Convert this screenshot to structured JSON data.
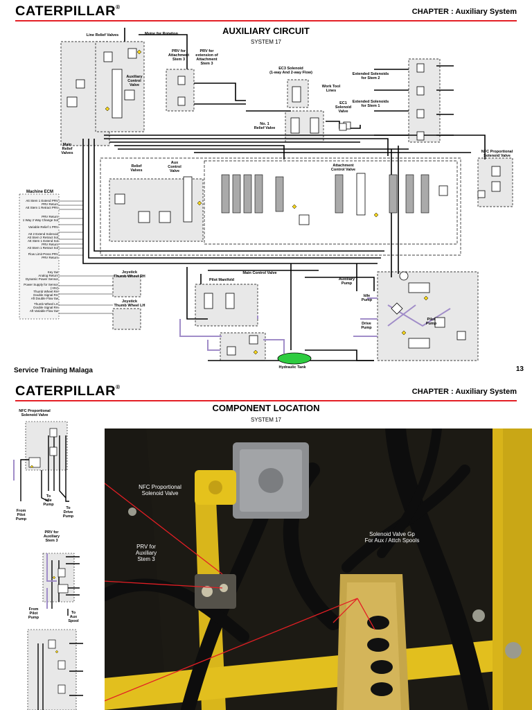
{
  "page1": {
    "brand": "CATERPILLAR",
    "brand_mark": "®",
    "chapter": "CHAPTER : Auxiliary System",
    "title": "AUXILIARY CIRCUIT",
    "subtitle": "SYSTEM 17",
    "footer_left": "Service Training Malaga",
    "page_number": "13",
    "labels": {
      "line_relief": "Line Relief Valves",
      "motor_rotation": "Motor for Rotation",
      "prv_stem3": "PRV for\nAttachment\nStem 3",
      "prv_ext_stem3": "PRV for\nextension of\nAttachment\nStem 3",
      "aux_control": "Auxiliary\nControl\nValve",
      "main_relief": "Main\nRelief\nValves",
      "ec3": "EC3 Solenoid\n(1-way And 2-way Flow)",
      "work_tool": "Work Tool\nLines",
      "ec1": "EC1\nSolenoid\nValve",
      "no1_relief": "No. 1\nRelief Valve",
      "ext_sol_stem2": "Extended Solenoids\nfor Stem 2",
      "ext_sol_stem1": "Extended Solenoids\nfor Stem 1",
      "nfc_prop": "NFC Proportional\nSolenoid Valve",
      "relief_valves": "Relief\nValves",
      "aux_control_valve": "Aux\nControl\nValve",
      "attach_control": "Attachment\nControl Valve",
      "machine_ecm": "Machine ECM",
      "joystick_rh": "Joystick\nThumb Wheel RH",
      "joystick_lh": "Joystick\nThumb Wheel LH",
      "pilot_manifold": "Pilot Manifold",
      "main_control": "Main Control Valve",
      "aux_pump": "Auxiliary\nPump",
      "idle_pump": "Idle\nPump",
      "drive_pump": "Drive\nPump",
      "pilot_pump": "Pilot\nPump",
      "hyd_tank": "Hydraulic Tank",
      "ecm_pins": [
        "Att Stem 1 Extend PRV",
        "PRV Return",
        "Att Stem 1 Retract PRV",
        "PRV Return",
        "1 Way 2 Way Change Sol",
        "Variable Relief 1 PRV",
        "Att 2 Extend Solenoid",
        "Att Stem 2 Retract Sol",
        "Att Stem 1 Extend Sol",
        "PRV Return",
        "Att Stem 1 Retract Sol",
        "Flow Limit Press PRV",
        "PRV Return",
        "Key Sw",
        "Analog Return",
        "Dynamic Power Sensor",
        "Power Supply for Sensor (+8V)",
        "Thumb Wheel RH",
        "Double Signal RH",
        "Aft Double Flow Sw",
        "Thumb Wheel LH",
        "Double Signal RH",
        "Aft Variable Flow Sw"
      ]
    }
  },
  "page2": {
    "brand": "CATERPILLAR",
    "brand_mark": "®",
    "chapter": "CHAPTER : Auxiliary System",
    "title": "COMPONENT LOCATION",
    "subtitle": "SYSTEM 17",
    "side_labels": {
      "nfc": "NFC Proportional\nSolenoid Valve",
      "to_idle_pump": "To\nIdle\nPump",
      "from_pilot_pump": "From\nPilot\nPump",
      "to_drive_pump": "To\nDrive\nPump",
      "prv_aux_stem3": "PRV for\nAuxiliary\nStem 3",
      "from_pilot_pump2": "From\nPilot\nPump",
      "to_aux_spool": "To\nAux\nSpool"
    },
    "callouts": {
      "nfc": "NFC Proportional\nSolenoid Valve",
      "prv": "PRV for\nAuxiliary\nStem 3",
      "solenoid_gp": "Solenoid Valve Gp\nFor Aux / Attch Spools"
    }
  },
  "colors": {
    "accent_red": "#e31e24",
    "tank_green": "#2ecc40",
    "line_purple": "#a08cc8",
    "machine_yellow": "#e9c21c"
  }
}
